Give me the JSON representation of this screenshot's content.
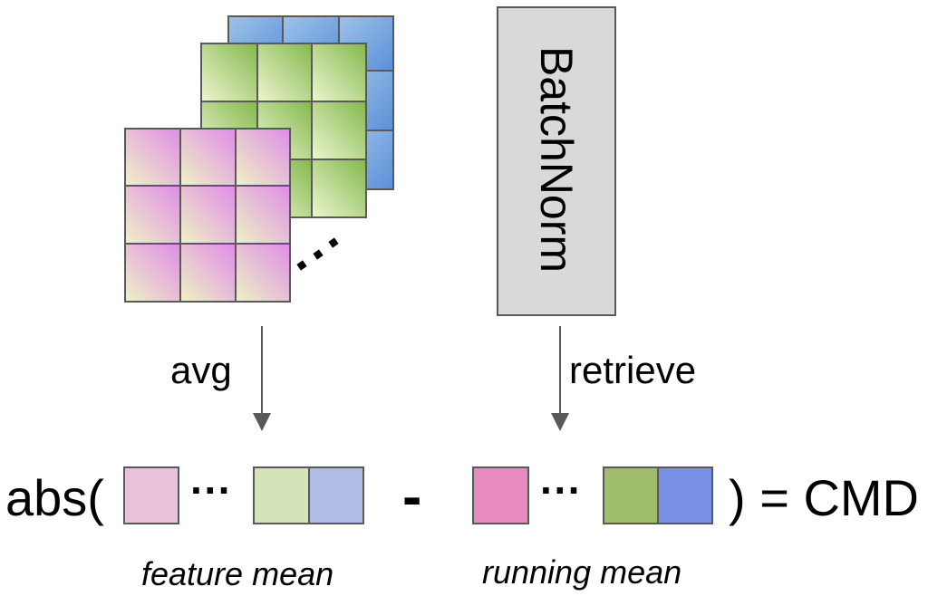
{
  "labels": {
    "batchnorm": "BatchNorm",
    "avg": "avg",
    "retrieve": "retrieve",
    "abs_open": "abs(",
    "close_eq": ") = CMD",
    "minus": "-",
    "ellipsis": "···",
    "feature_caption": "feature mean",
    "running_caption": "running mean"
  },
  "colors": {
    "blue_layer": [
      "#9ec3e8",
      "#5c8fd8"
    ],
    "green_layer": [
      "#eef5d0",
      "#84b84e"
    ],
    "pink_layer": [
      "#eef3c4",
      "#e08ce8"
    ],
    "batchnorm_fill": "#d9d9d9",
    "feature_pink": "#e8c2d8",
    "feature_green": "#d5e3b8",
    "feature_blue": "#b0bce6",
    "running_pink": "#e68ac0",
    "running_green": "#a0bd6c",
    "running_blue": "#7890e6",
    "arrow": "#595959",
    "stroke": "#595959"
  }
}
